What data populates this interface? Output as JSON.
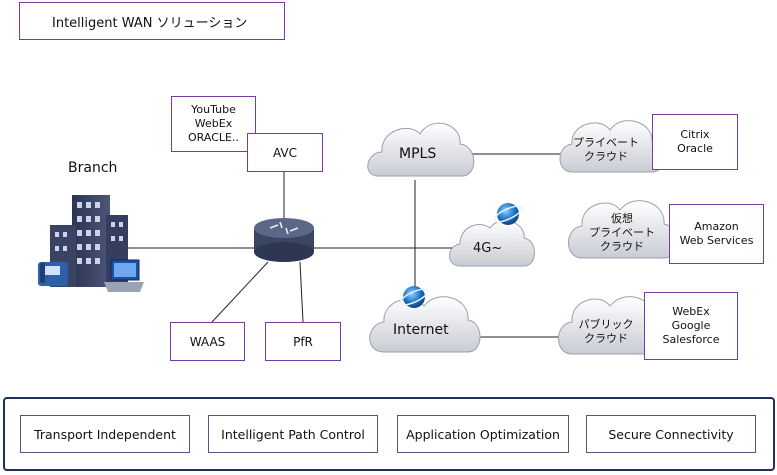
{
  "title": "Intelligent WAN ソリューション",
  "branch_label": "Branch",
  "apps_box": "YouTube\nWebEx\nORACLE..",
  "avc_label": "AVC",
  "waas_label": "WAAS",
  "pfr_label": "PfR",
  "clouds": {
    "mpls": "MPLS",
    "lte": "4G~",
    "internet": "Internet",
    "private_cloud": "プライベート\nクラウド",
    "virtual_private_cloud": "仮想\nプライベート\nクラウド",
    "public_cloud": "パブリック\nクラウド"
  },
  "providers": {
    "private": "Citrix\nOracle",
    "virtual": "Amazon\nWeb Services",
    "public": "WebEx\nGoogle\nSalesforce"
  },
  "pillars": [
    "Transport Independent",
    "Intelligent Path Control",
    "Application Optimization",
    "Secure Connectivity"
  ],
  "colors": {
    "accent": "#7a3aa5",
    "panel_border": "#1f2f5e"
  }
}
